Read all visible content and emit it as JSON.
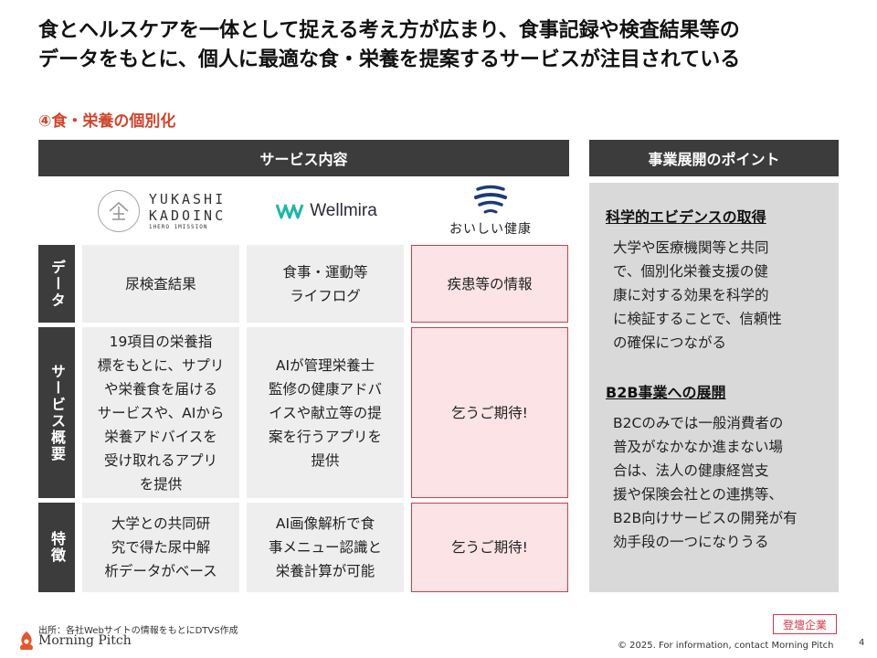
{
  "title": {
    "line1": "食とヘルスケアを一体として捉える考え方が広まり、食事記録や検査結果等の",
    "line2": "データをもとに、個人に最適な食・栄養を提案するサービスが注目されている"
  },
  "subtitle": "④食・栄養の個別化",
  "headers": {
    "service": "サービス内容",
    "points": "事業展開のポイント"
  },
  "companies": {
    "yukashi": {
      "line1": "YUKASHI",
      "line2": "KADOINC",
      "tagline": "1HERO 1MISSION",
      "mark": "☖"
    },
    "wellmira": {
      "name": "Wellmira"
    },
    "oishii": {
      "name": "おいしい健康"
    }
  },
  "rows": {
    "data": "データ",
    "overview": "サービス概要",
    "feature": "特徴"
  },
  "cells": {
    "data": [
      "尿検査結果",
      "食事・運動等\nライフログ",
      "疾患等の情報"
    ],
    "overview": [
      "19項目の栄養指\n標をもとに、サプリ\nや栄養食を届ける\nサービスや、AIから\n栄養アドバイスを\n受け取れるアプリ\nを提供",
      "AIが管理栄養士\n監修の健康アドバ\nイスや献立等の提\n案を行うアプリを\n提供",
      "乞うご期待!"
    ],
    "feature": [
      "大学との共同研\n究で得た尿中解\n析データがベース",
      "AI画像解析で食\n事メニュー認識と\n栄養計算が可能",
      "乞うご期待!"
    ]
  },
  "points": [
    {
      "heading": "科学的エビデンスの取得",
      "body": "大学や医療機関等と共同\nで、個別化栄養支援の健\n康に対する効果を科学的\nに検証することで、信頼性\nの確保につながる"
    },
    {
      "heading": "B2B事業への展開",
      "body": "B2Cのみでは一般消費者の\n普及がなかなか進まない場\n合は、法人の健康経営支\n援や保険会社との連携等、\nB2B向けサービスの開発が有\n効手段の一つになりうる"
    }
  ],
  "footer": {
    "source": "出所：各社Webサイトの情報をもとにDTVS作成",
    "brand": "Morning Pitch",
    "badge": "登壇企業",
    "copyright": "© 2025. For information, contact Morning Pitch",
    "page": "4"
  },
  "colors": {
    "header_bg": "#3c3c3c",
    "accent_red": "#d43a4a",
    "subtitle_red": "#d0442c",
    "highlight_bg": "#fbe3e6",
    "cell_bg": "#eeeeee",
    "points_bg": "#d9d9d9",
    "wellmira_teal": "#1fb6a6",
    "oishii_navy": "#1b3a78",
    "mp_orange": "#e8552b"
  }
}
